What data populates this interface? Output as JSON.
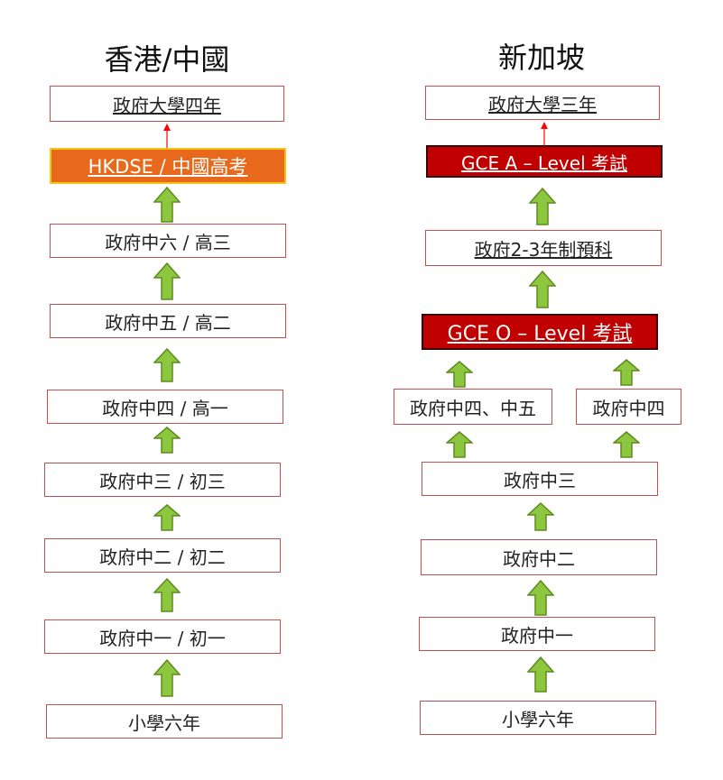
{
  "left": {
    "title": "香港/中國",
    "university": "政府大學四年",
    "exam": "HKDSE / 中國高考",
    "f6": "政府中六 / 高三",
    "f5": "政府中五 / 高二",
    "f4": "政府中四 / 高一",
    "f3": "政府中三 / 初三",
    "f2": "政府中二 / 初二",
    "f1": "政府中一 / 初一",
    "primary": "小學六年"
  },
  "right": {
    "title": "新加坡",
    "university": "政府大學三年",
    "a_level": "GCE A – Level 考試",
    "prep": "政府2-3年制預科",
    "o_level": "GCE O – Level 考試",
    "s4s5": "政府中四、中五",
    "s4": "政府中四",
    "s3": "政府中三",
    "s2": "政府中二",
    "s1": "政府中一",
    "primary": "小學六年"
  },
  "colors": {
    "box_border": "#c0504d",
    "orange": "#e8691c",
    "dark_red": "#c00000",
    "arrow_green": "#8dc63f",
    "arrow_red": "#ff0000"
  }
}
